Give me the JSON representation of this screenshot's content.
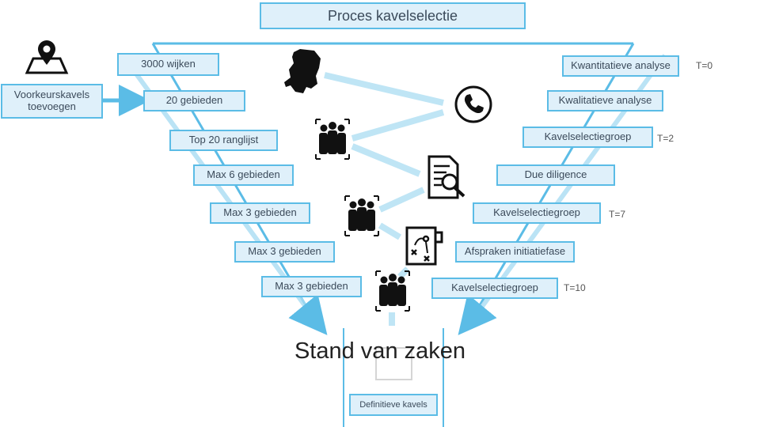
{
  "title": "Proces kavelselectie",
  "side_box": "Voorkeurskavels\ntoevoegen",
  "left_steps": [
    "3000 wijken",
    "20 gebieden",
    "Top 20 ranglijst",
    "Max 6 gebieden",
    "Max 3 gebieden",
    "Max 3 gebieden",
    "Max 3 gebieden"
  ],
  "right_steps": [
    "Kwantitatieve analyse",
    "Kwalitatieve analyse",
    "Kavelselectiegroep",
    "Due diligence",
    "Kavelselectiegroep",
    "Afspraken initiatiefase",
    "Kavelselectiegroep"
  ],
  "time_labels": [
    "T=0",
    "T=2",
    "T=7",
    "T=10"
  ],
  "final_box": "Definitieve kavels",
  "status_text": "Stand van zaken",
  "colors": {
    "accent": "#5bbce6",
    "box_fill": "#dff0fa",
    "text": "#3b4a5a"
  },
  "icons": [
    "map-pin-icon",
    "netherlands-map-icon",
    "phone-icon",
    "group-icon",
    "document-search-icon",
    "group-icon",
    "strategy-plan-icon",
    "group-icon"
  ]
}
